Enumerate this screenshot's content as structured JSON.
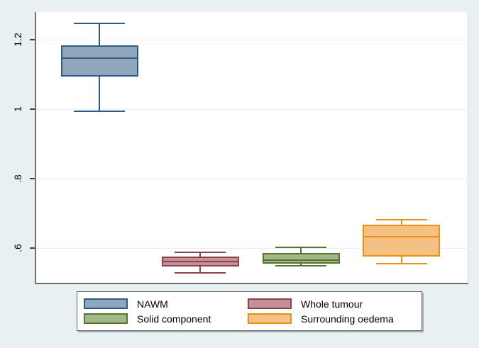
{
  "figure": {
    "background": "#e9f0f2",
    "plot_background": "#ffffff",
    "axis_color": "#6e7072",
    "grid_color": "#e7eff2"
  },
  "chart_data": {
    "type": "boxplot",
    "orientation": "vertical",
    "title": "",
    "xlabel": "",
    "ylabel": "",
    "ylim": [
      0.5,
      1.28
    ],
    "yticks": [
      0.6,
      0.8,
      1.0,
      1.2
    ],
    "ytick_labels": [
      ".6",
      ".8",
      "1",
      "1.2"
    ],
    "grid": true,
    "legend_position": "bottom",
    "series": [
      {
        "name": "NAWM",
        "fill": "#8fa6bd",
        "line": "#2b5c87",
        "lower_whisker": 0.995,
        "q1": 1.095,
        "median": 1.147,
        "q3": 1.184,
        "upper_whisker": 1.248
      },
      {
        "name": "Whole tumour",
        "fill": "#c39298",
        "line": "#8f4049",
        "lower_whisker": 0.529,
        "q1": 0.546,
        "median": 0.562,
        "q3": 0.575,
        "upper_whisker": 0.588
      },
      {
        "name": "Solid component",
        "fill": "#a3b888",
        "line": "#55742f",
        "lower_whisker": 0.548,
        "q1": 0.556,
        "median": 0.565,
        "q3": 0.586,
        "upper_whisker": 0.602
      },
      {
        "name": "Surrounding oedema",
        "fill": "#f4c083",
        "line": "#e89112",
        "lower_whisker": 0.555,
        "q1": 0.576,
        "median": 0.633,
        "q3": 0.667,
        "upper_whisker": 0.681
      }
    ]
  },
  "legend": {
    "labels": [
      "NAWM",
      "Whole tumour",
      "Solid component",
      "Surrounding oedema"
    ]
  }
}
